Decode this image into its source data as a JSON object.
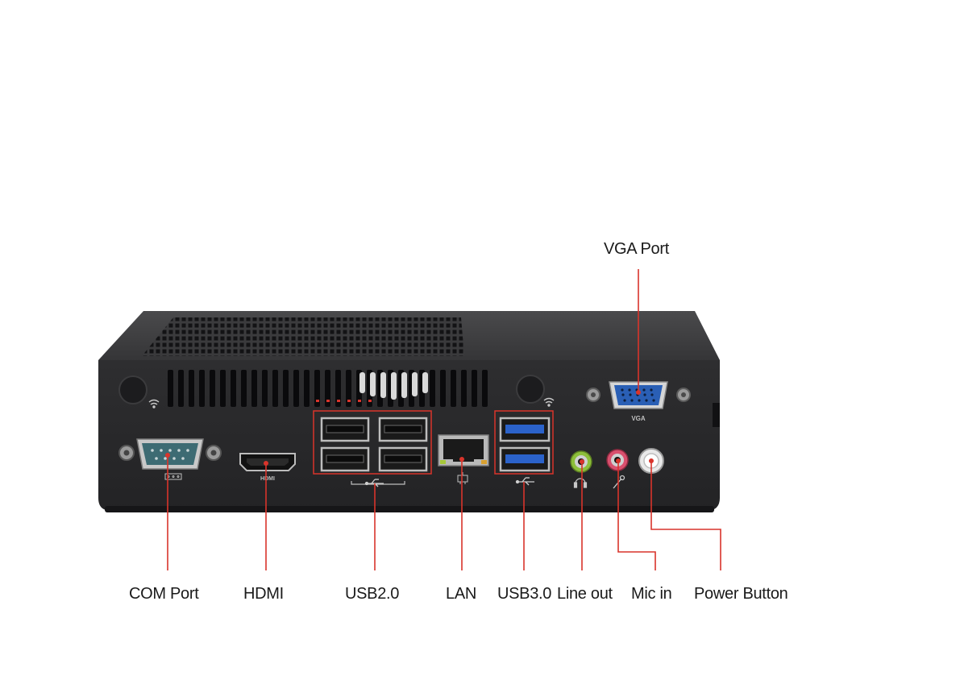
{
  "callouts": {
    "vga": "VGA Port",
    "com": "COM Port",
    "hdmi": "HDMI",
    "usb2": "USB2.0",
    "lan": "LAN",
    "usb3": "USB3.0",
    "line_out": "Line out",
    "mic_in": "Mic in",
    "power": "Power Button"
  },
  "panel_print": {
    "vga": "VGA",
    "hdmi": "HDMI"
  },
  "colors": {
    "leader": "#d9342b",
    "chassis": "#2a2a2c",
    "vga_blue": "#2a5fb5",
    "com_teal": "#3d6b73",
    "usb3_blue": "#2b62c9",
    "line_out_green": "#8dbf3a",
    "mic_pink": "#d9506e"
  },
  "icons": [
    "wifi-icon",
    "usb-icon",
    "network-icon",
    "headphone-icon",
    "mic-icon"
  ]
}
